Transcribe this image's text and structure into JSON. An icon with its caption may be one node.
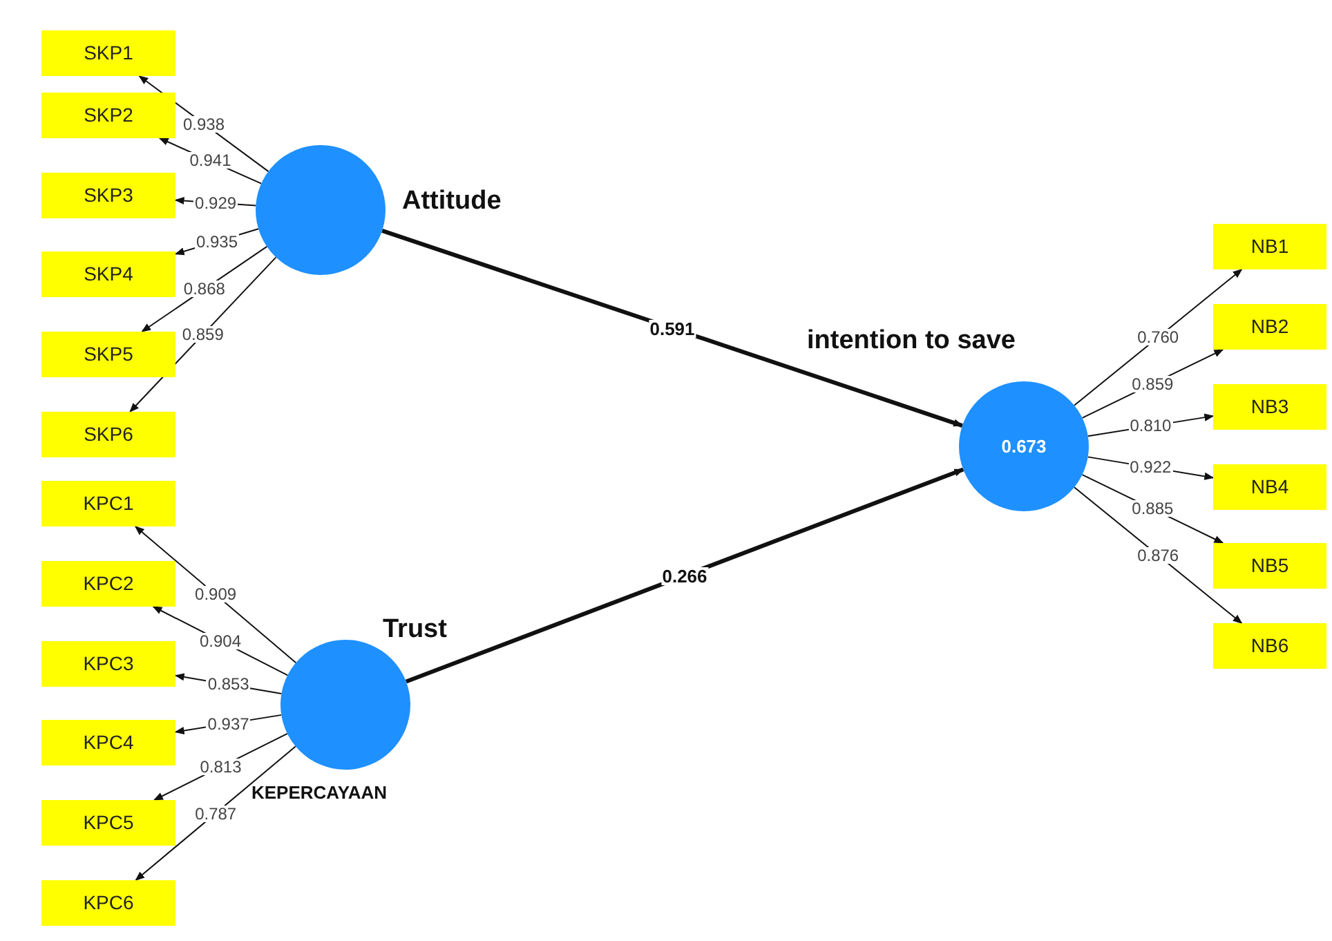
{
  "diagram": {
    "nodes": [
      {
        "text": [
          "Attitude"
        ]
      },
      {
        "text": [
          "SKP1"
        ]
      },
      {
        "text": [
          "SKP2"
        ]
      },
      {
        "text": [
          "SKP3"
        ]
      },
      {
        "text": [
          "SKP4"
        ]
      },
      {
        "text": [
          "SKP5"
        ]
      },
      {
        "text": [
          "SKP6"
        ]
      },
      {
        "text": [
          "Trust"
        ],
        "beside": [
          "KEPERCAYAAN"
        ]
      },
      {
        "text": [
          "KPC1"
        ]
      },
      {
        "text": [
          "KPC2"
        ]
      },
      {
        "text": [
          "KPC3"
        ]
      },
      {
        "text": [
          "KPC4"
        ]
      },
      {
        "text": [
          "KPC5"
        ]
      },
      {
        "text": [
          "KPC6"
        ]
      },
      {
        "text": [
          "intention to save",
          "0.673"
        ]
      },
      {
        "text": [
          "NB1"
        ]
      },
      {
        "text": [
          "NB2"
        ]
      },
      {
        "text": [
          "NB3"
        ]
      },
      {
        "text": [
          "NB4"
        ]
      },
      {
        "text": [
          "NB5"
        ]
      },
      {
        "text": [
          "NB6"
        ]
      }
    ],
    "edges": [
      {
        "from": 0,
        "to": 1,
        "arrow": "to",
        "label": "0.938"
      },
      {
        "from": 0,
        "to": 2,
        "arrow": "to",
        "label": "0.941"
      },
      {
        "from": 0,
        "to": 3,
        "arrow": "to",
        "label": "0.929"
      },
      {
        "from": 0,
        "to": 4,
        "arrow": "to",
        "label": "0.935"
      },
      {
        "from": 0,
        "to": 5,
        "arrow": "to",
        "label": "0.868"
      },
      {
        "from": 0,
        "to": 6,
        "arrow": "to",
        "label": "0.859"
      },
      {
        "from": 7,
        "to": 8,
        "arrow": "to",
        "label": "0.909"
      },
      {
        "from": 7,
        "to": 9,
        "arrow": "to",
        "label": "0.904"
      },
      {
        "from": 7,
        "to": 10,
        "arrow": "to",
        "label": "0.853"
      },
      {
        "from": 7,
        "to": 11,
        "arrow": "to",
        "label": "0.937"
      },
      {
        "from": 7,
        "to": 12,
        "arrow": "to",
        "label": "0.813"
      },
      {
        "from": 7,
        "to": 13,
        "arrow": "to",
        "label": "0.787"
      },
      {
        "from": 14,
        "to": 15,
        "arrow": "to",
        "label": "0.760"
      },
      {
        "from": 14,
        "to": 16,
        "arrow": "to",
        "label": "0.859"
      },
      {
        "from": 14,
        "to": 17,
        "arrow": "to",
        "label": "0.810"
      },
      {
        "from": 14,
        "to": 18,
        "arrow": "to",
        "label": "0.922"
      },
      {
        "from": 14,
        "to": 19,
        "arrow": "to",
        "label": "0.885"
      },
      {
        "from": 14,
        "to": 20,
        "arrow": "to",
        "label": "0.876"
      },
      {
        "from": 0,
        "to": 14,
        "arrow": "to",
        "label": "0.591",
        "style": "thick"
      },
      {
        "from": 7,
        "to": 14,
        "arrow": "to",
        "label": "0.266",
        "style": "thick"
      }
    ]
  }
}
